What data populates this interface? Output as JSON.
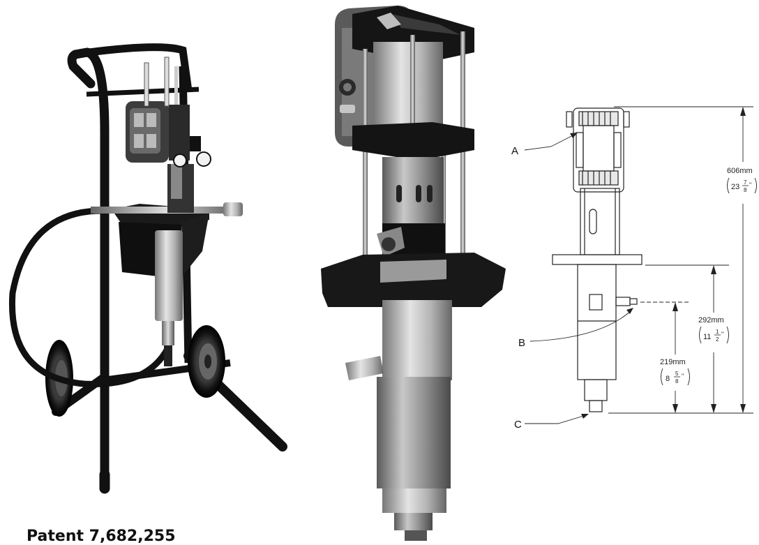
{
  "patent": "Patent 7,682,255",
  "callouts": [
    "A",
    "B",
    "C"
  ],
  "dimensions": {
    "overall": {
      "mm": "606mm",
      "whole": "23",
      "num": "7",
      "den": "8"
    },
    "upper": {
      "mm": "292mm",
      "whole": "11",
      "num": "1",
      "den": "2"
    },
    "lower": {
      "mm": "219mm",
      "whole": "8",
      "num": "5",
      "den": "8"
    }
  }
}
